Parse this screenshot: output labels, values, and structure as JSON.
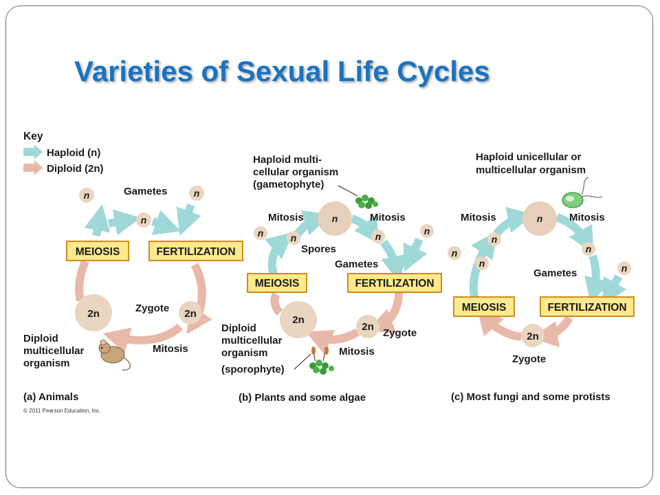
{
  "slide": {
    "title": "Varieties of Sexual Life Cycles"
  },
  "key": {
    "heading": "Key",
    "haploid": "Haploid (n)",
    "diploid": "Diploid (2n)",
    "haploid_color": "#9fd8d8",
    "diploid_color": "#e8b8a8"
  },
  "panel_a": {
    "caption": "(a) Animals",
    "gametes": "Gametes",
    "meiosis": "MEIOSIS",
    "fertilization": "FERTILIZATION",
    "zygote": "Zygote",
    "mitosis": "Mitosis",
    "diploid_org_1": "Diploid",
    "diploid_org_2": "multicellular",
    "diploid_org_3": "organism",
    "n": "n",
    "two_n": "2n"
  },
  "panel_b": {
    "caption": "(b) Plants and some algae",
    "haploid_1": "Haploid multi-",
    "haploid_2": "cellular organism",
    "haploid_3": "(gametophyte)",
    "mitosis_left": "Mitosis",
    "mitosis_right": "Mitosis",
    "spores": "Spores",
    "gametes": "Gametes",
    "meiosis": "MEIOSIS",
    "fertilization": "FERTILIZATION",
    "zygote": "Zygote",
    "mitosis_bottom": "Mitosis",
    "diploid_1": "Diploid",
    "diploid_2": "multicellular",
    "diploid_3": "organism",
    "diploid_4": "(sporophyte)",
    "n": "n",
    "two_n": "2n"
  },
  "panel_c": {
    "caption": "(c) Most fungi and some protists",
    "haploid_1": "Haploid unicellular or",
    "haploid_2": "multicellular organism",
    "mitosis_left": "Mitosis",
    "mitosis_right": "Mitosis",
    "gametes": "Gametes",
    "meiosis": "MEIOSIS",
    "fertilization": "FERTILIZATION",
    "zygote": "Zygote",
    "n": "n",
    "two_n": "2n"
  },
  "copyright": "© 2011 Pearson Education, Inc.",
  "icons": {
    "panel_a_organism": "mouse-icon",
    "panel_b_gametophyte": "moss-gametophyte-icon",
    "panel_b_sporophyte": "moss-sporophyte-icon",
    "panel_c_organism": "protist-cell-icon"
  }
}
